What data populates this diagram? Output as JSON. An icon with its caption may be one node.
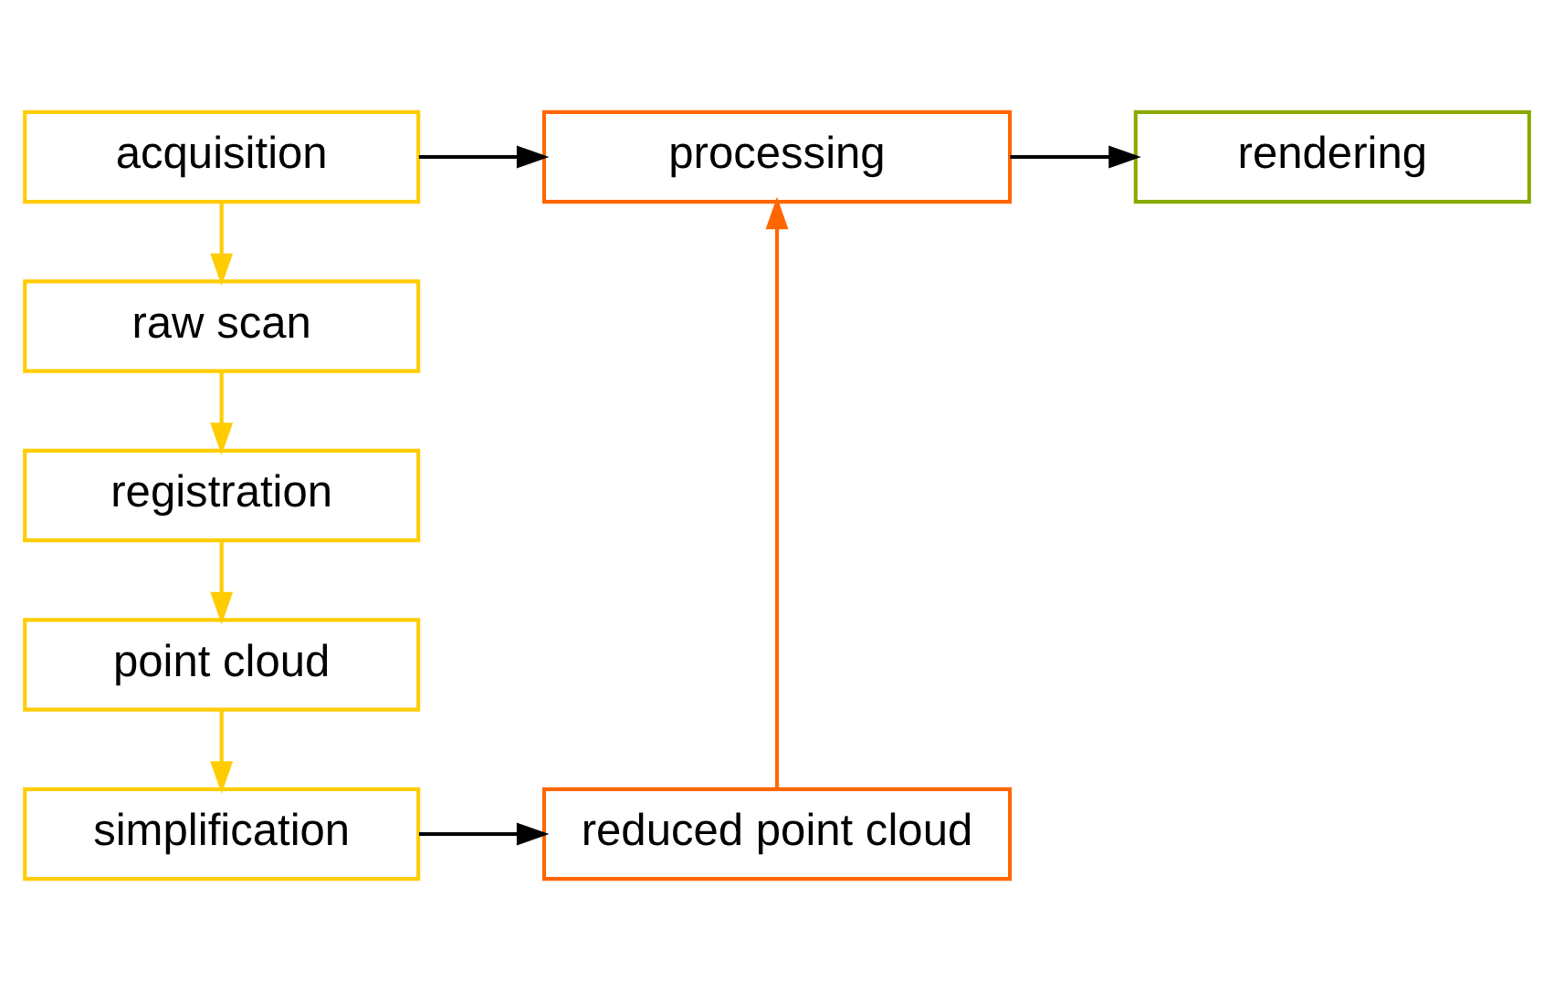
{
  "diagram": {
    "nodes": [
      {
        "text": [
          "acquisition"
        ]
      },
      {
        "text": [
          "processing"
        ]
      },
      {
        "text": [
          "rendering"
        ]
      },
      {
        "text": [
          "raw scan"
        ]
      },
      {
        "text": [
          "registration"
        ]
      },
      {
        "text": [
          "point cloud"
        ]
      },
      {
        "text": [
          "simplification"
        ]
      },
      {
        "text": [
          "reduced point cloud"
        ]
      }
    ],
    "edges": [
      {
        "from": 0,
        "to": 1,
        "arrow": "to",
        "color": "#000000"
      },
      {
        "from": 1,
        "to": 2,
        "arrow": "to",
        "color": "#000000"
      },
      {
        "from": 0,
        "to": 3,
        "arrow": "to",
        "color": "#ffcc00"
      },
      {
        "from": 3,
        "to": 4,
        "arrow": "to",
        "color": "#ffcc00"
      },
      {
        "from": 4,
        "to": 5,
        "arrow": "to",
        "color": "#ffcc00"
      },
      {
        "from": 5,
        "to": 6,
        "arrow": "to",
        "color": "#ffcc00"
      },
      {
        "from": 6,
        "to": 7,
        "arrow": "to",
        "color": "#000000"
      },
      {
        "from": 7,
        "to": 1,
        "arrow": "to",
        "color": "#ff6600"
      }
    ]
  }
}
